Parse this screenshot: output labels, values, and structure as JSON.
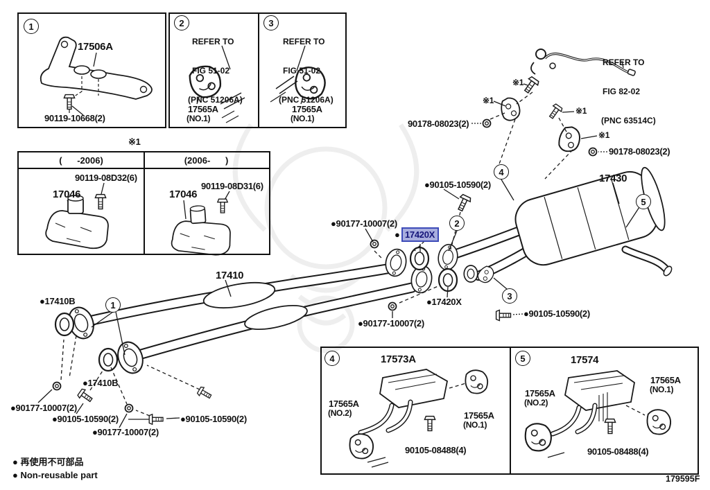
{
  "doc": {
    "figure_code": "179595F",
    "legend_jp": "● 再使用不可部品",
    "legend_en": "● Non-reusable part",
    "line_color": "#1a1a1a",
    "highlight": {
      "bg": "#a8aede",
      "border": "#3c4ab8",
      "text": "#15157a"
    }
  },
  "insets": {
    "box1": {
      "callout": "1",
      "part": "17506A",
      "bolt": "90119-10668(2)"
    },
    "box2": {
      "callout": "2",
      "refer": [
        "REFER TO",
        "FIG 51-02",
        "(PNC 51206A)"
      ],
      "part": "17565A",
      "part_sub": "(NO.1)"
    },
    "box3": {
      "callout": "3",
      "refer": [
        "REFER TO",
        "FIG 51-02",
        "(PNC 51206A)"
      ],
      "part": "17565A",
      "part_sub": "(NO.1)"
    },
    "variants": {
      "mark": "※1",
      "col_left": "(      -2006)",
      "col_right": "(2006-      )",
      "left": {
        "part": "17046",
        "bolt": "90119-08D32(6)"
      },
      "right": {
        "part": "17046",
        "bolt": "90119-08D31(6)"
      }
    },
    "box4": {
      "callout": "4",
      "part": "17573A",
      "hanger_left": "17565A",
      "hanger_left_sub": "(NO.2)",
      "hanger_right": "17565A",
      "hanger_right_sub": "(NO.1)",
      "bolt": "90105-08488(4)"
    },
    "box5": {
      "callout": "5",
      "part": "17574",
      "hanger_left": "17565A",
      "hanger_left_sub": "(NO.2)",
      "hanger_right": "17565A",
      "hanger_right_sub": "(NO.1)",
      "bolt": "90105-08488(4)"
    }
  },
  "main": {
    "refer": [
      "REFER TO",
      "FIG 82-02",
      "(PNC 63514C)"
    ],
    "callouts": {
      "c1": "1",
      "c2": "2",
      "c3": "3",
      "c4": "4",
      "c5": "5"
    },
    "marks": {
      "m1": "※1",
      "m2": "※1",
      "m3": "※1",
      "m4": "※1"
    },
    "labels": {
      "nut_90178_a": "90178-08023(2)",
      "nut_90178_b": "90178-08023(2)",
      "muffler": "17430",
      "front_pipe": "17410",
      "bolt_90105_top": "●90105-10590(2)",
      "bolt_90105_right": "●90105-10590(2)",
      "bolt_90105_bl1": "●90105-10590(2)",
      "bolt_90105_bl2": "●90105-10590(2)",
      "nut_90177_mid": "●90177-10007(2)",
      "nut_90177_center": "●90177-10007(2)",
      "nut_90177_left": "●90177-10007(2)",
      "nut_90177_bottom": "●90177-10007(2)",
      "gasket_selected_dot": "●",
      "gasket_selected": "17420X",
      "gasket_low": "●17420X",
      "ring_17410b_top": "●17410B",
      "ring_17410b_low": "●17410B"
    }
  }
}
